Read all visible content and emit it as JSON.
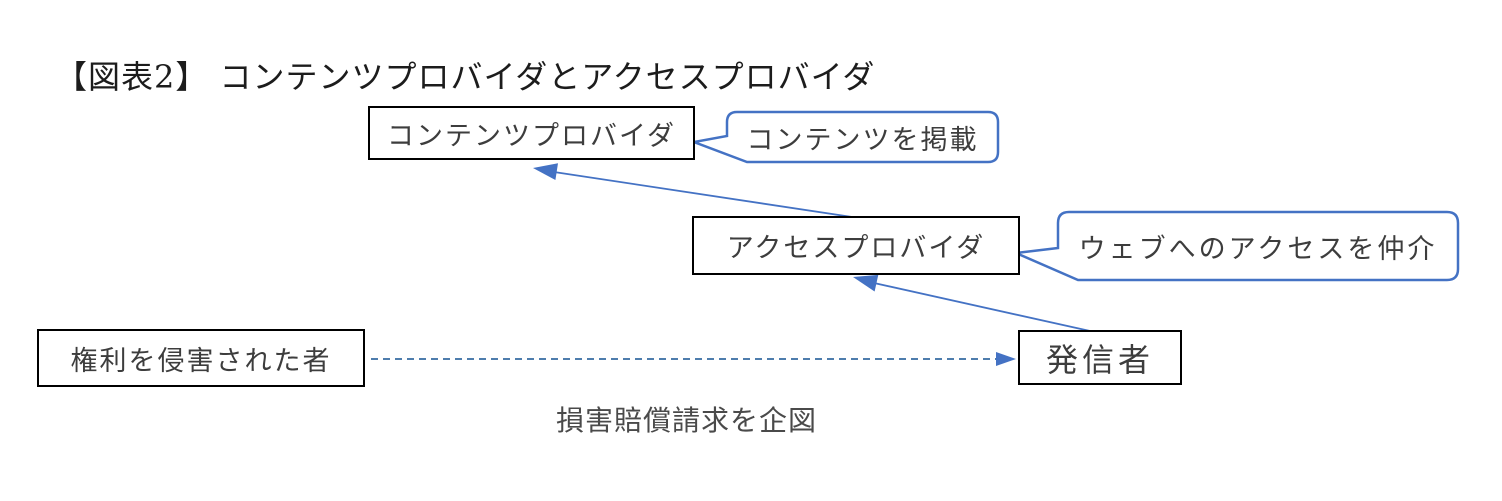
{
  "figure": {
    "title": "【図表2】 コンテンツプロバイダとアクセスプロバイダ",
    "caption": "損害賠償請求を企図"
  },
  "nodes": {
    "content_provider": {
      "label": "コンテンツプロバイダ"
    },
    "access_provider": {
      "label": "アクセスプロバイダ"
    },
    "rights_holder": {
      "label": "権利を侵害された者"
    },
    "sender": {
      "label": "発信者"
    }
  },
  "callouts": {
    "content_post": {
      "label": "コンテンツを掲載",
      "target": "content_provider"
    },
    "web_access": {
      "label": "ウェブへのアクセスを仲介",
      "target": "access_provider"
    }
  },
  "edges": [
    {
      "from": "sender",
      "to": "access_provider",
      "style": "solid-arrow"
    },
    {
      "from": "access_provider",
      "to": "content_provider",
      "style": "solid-arrow"
    },
    {
      "from": "rights_holder",
      "to": "sender",
      "style": "dashed-arrow",
      "label": "損害賠償請求を企図"
    }
  ],
  "colors": {
    "connector_blue": "#4472C4",
    "dashed_blue": "#4E7DAD",
    "box_border": "#000000",
    "label_text": "#3D3D3D"
  }
}
